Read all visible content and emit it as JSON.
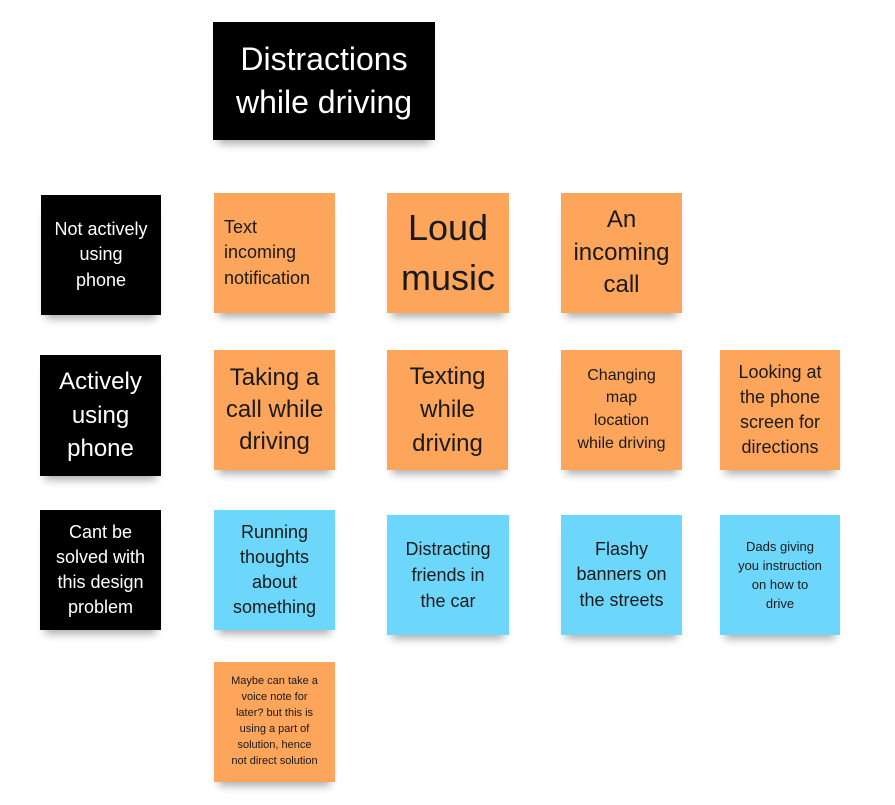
{
  "title": [
    "Distractions",
    "while driving"
  ],
  "row_labels": {
    "not_active": [
      "Not actively",
      "using",
      "phone"
    ],
    "active": [
      "Actively",
      "using",
      "phone"
    ],
    "unsolvable": [
      "Cant be",
      "solved with",
      "this design",
      "problem"
    ]
  },
  "notes": {
    "text_notification": [
      "Text",
      "incoming",
      "notification"
    ],
    "loud_music": [
      "Loud",
      "music"
    ],
    "incoming_call": [
      "An",
      "incoming",
      "call"
    ],
    "taking_call": [
      "Taking a",
      "call while",
      "driving"
    ],
    "texting": [
      "Texting",
      "while",
      "driving"
    ],
    "changing_map": [
      "Changing",
      "map",
      "location",
      "while driving"
    ],
    "looking_phone": [
      "Looking at",
      "the phone",
      "screen for",
      "directions"
    ],
    "running_thoughts": [
      "Running",
      "thoughts",
      "about",
      "something"
    ],
    "distracting_friends": [
      "Distracting",
      "friends in",
      "the car"
    ],
    "flashy_banners": [
      "Flashy",
      "banners on",
      "the streets"
    ],
    "dads_instruction": [
      "Dads giving",
      "you instruction",
      "on how to",
      "drive"
    ],
    "voice_note": [
      "Maybe can take a",
      "voice note for",
      "later? but this is",
      "using a part of",
      "solution, hence",
      "not direct solution"
    ]
  },
  "colors": {
    "header": "#000000",
    "orange_note": "#fda55b",
    "blue_note": "#6dd7fb",
    "header_text": "#ffffff",
    "note_text": "#1a1a1a"
  }
}
